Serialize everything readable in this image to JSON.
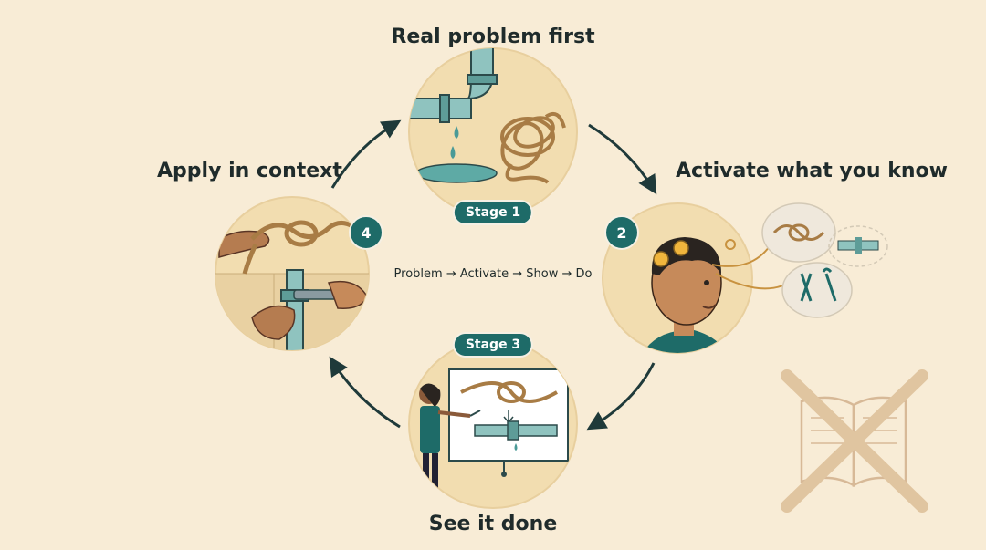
{
  "cycle": {
    "stages": [
      {
        "number": "1",
        "title": "Real problem first",
        "tag": "Stage 1"
      },
      {
        "number": "2",
        "title": "Activate what you know"
      },
      {
        "number": "3",
        "title": "See it done",
        "tag": "Stage 3"
      },
      {
        "number": "4",
        "title": "Apply in context"
      }
    ],
    "center_caption": "Problem → Activate → Show → Do"
  },
  "icons": {
    "stage1": [
      "leaking-pipe-icon",
      "water-drop-icon",
      "tangled-rope-icon"
    ],
    "stage2": [
      "person-head-icon",
      "lightbulb-icon",
      "thought-bubble-icon",
      "knot-icon",
      "pipe-icon",
      "pliers-icon",
      "wrench-icon"
    ],
    "stage3": [
      "presenter-icon",
      "whiteboard-icon",
      "knot-diagram-icon",
      "pipe-diagram-icon"
    ],
    "stage4": [
      "hands-tying-knot-icon",
      "hands-with-wrench-icon",
      "pipe-icon"
    ],
    "decor": [
      "crossed-out-book-icon"
    ]
  },
  "colors": {
    "background": "#f8ecd6",
    "circle_fill": "#f2ddb0",
    "teal": "#1e6b68",
    "pipe": "#8fc3bf",
    "rope": "#b98b4e",
    "arrow": "#1f3a3a",
    "skin": "#c68a5a",
    "cross": "#d9b88e"
  }
}
